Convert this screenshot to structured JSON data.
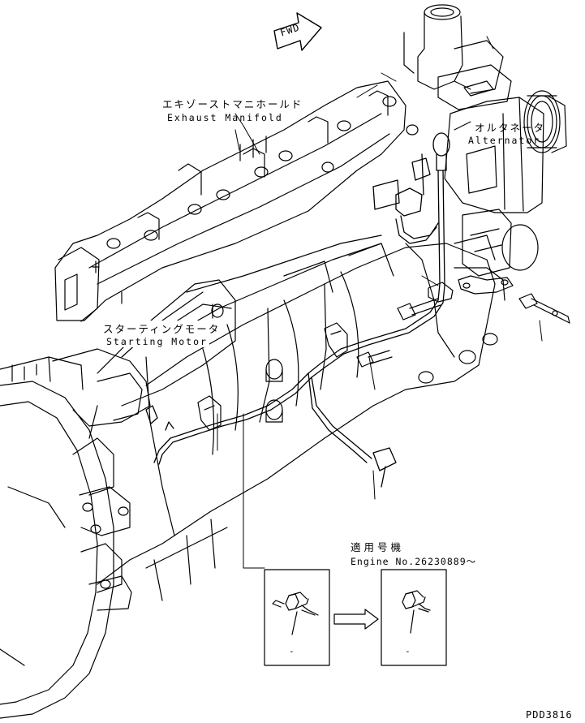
{
  "direction_arrow": {
    "text": "FWD"
  },
  "labels": {
    "exhaust_manifold_jp": "エキゾーストマニホールド",
    "exhaust_manifold_en": "Exhaust Manifold",
    "alternator_jp": "オルタネータ",
    "alternator_en": "Alternator",
    "starting_motor_jp": "スターティングモータ",
    "starting_motor_en": "Starting Motor"
  },
  "applicability": {
    "title_jp": "適用号機",
    "engine_no": "Engine No.26230889～"
  },
  "detail_boxes": [
    {
      "mark": "-"
    },
    {
      "mark": "-"
    }
  ],
  "drawing_code": "PDD3816"
}
